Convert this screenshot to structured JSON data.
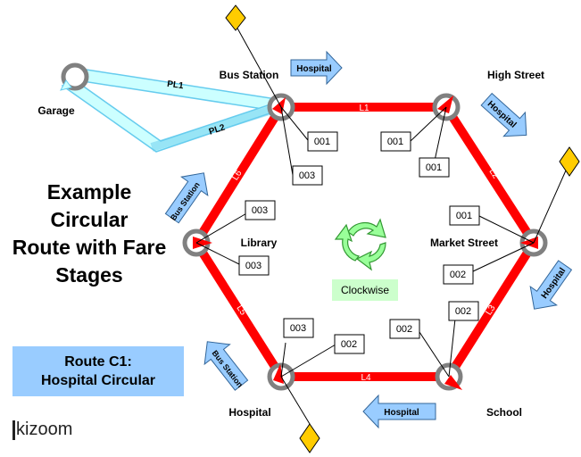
{
  "title_lines": [
    "Example",
    "Circular",
    "Route with Fare",
    "Stages"
  ],
  "route_box": {
    "line1": "Route C1:",
    "line2": "Hospital Circular"
  },
  "logo_text": "kizoom",
  "center_label": "Clockwise",
  "stops": {
    "bus_station": "Bus Station",
    "high_street": "High Street",
    "market_street": "Market Street",
    "school": "School",
    "hospital": "Hospital",
    "library": "Library",
    "garage": "Garage"
  },
  "links": {
    "l1": "L1",
    "l2": "L2",
    "l3": "L3",
    "l4": "L4",
    "l5": "L5",
    "l6": "L6",
    "pl1": "PL1",
    "pl2": "PL2"
  },
  "direction_arrows": {
    "top": "Hospital",
    "top_right": "Hospital",
    "right": "Hospital",
    "bottom": "Hospital",
    "bottom_left": "Bus Station",
    "left": "Bus Station"
  },
  "fare_boxes": {
    "bs_a": "001",
    "bs_b": "003",
    "hs_a": "001",
    "hs_b": "001",
    "ms_a": "001",
    "ms_b": "002",
    "sc_a": "002",
    "sc_b": "002",
    "ho_a": "003",
    "ho_b": "002",
    "li_a": "003",
    "li_b": "003"
  },
  "colors": {
    "route": "#ff0000",
    "stop_ring": "#808080",
    "feeder_fill": "#ccffff",
    "feeder_stroke": "#66ccee",
    "arrow_fill": "#99ccff",
    "arrow_stroke": "#336699",
    "diamond": "#ffcc00",
    "clockwise_box": "#ccffcc",
    "route_box": "#99ccff"
  }
}
